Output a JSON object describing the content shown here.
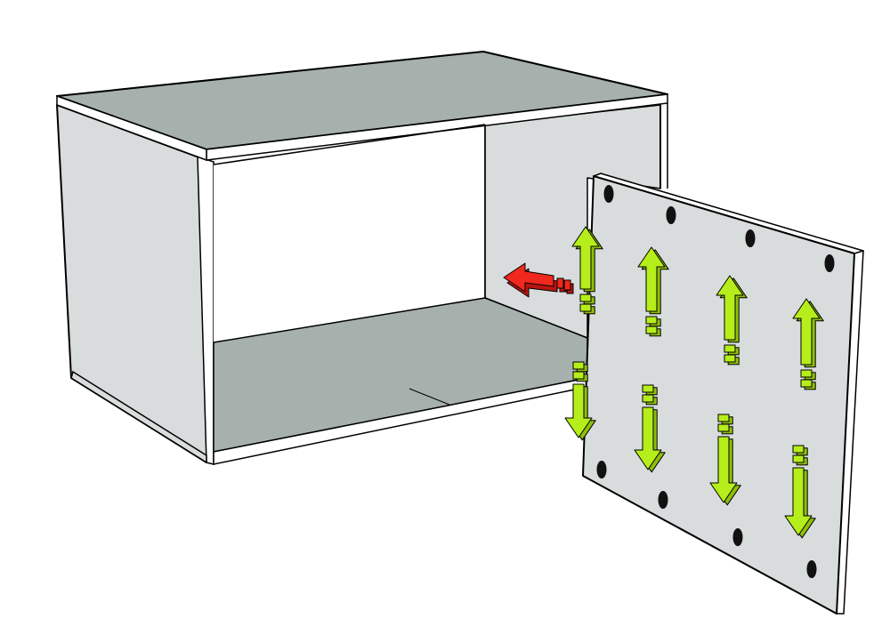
{
  "diagram": {
    "subject": "cabinet-back-panel-assembly",
    "colors": {
      "outline": "#000000",
      "top_surface": "#a6b1ae",
      "panel_face": "#d8dcdc",
      "bottom_surface": "#a6b1ae",
      "edge": "#ffffff",
      "inner_shadow": "#e9ebeb",
      "hole": "#111111",
      "arrow_green": "#b6ee1b",
      "arrow_green_shade": "#8fbf0a",
      "arrow_red": "#f0281e",
      "arrow_red_shade": "#b81510"
    },
    "arrows": {
      "push_direction": "left",
      "slide_rows": 2,
      "slide_columns": 4
    }
  }
}
